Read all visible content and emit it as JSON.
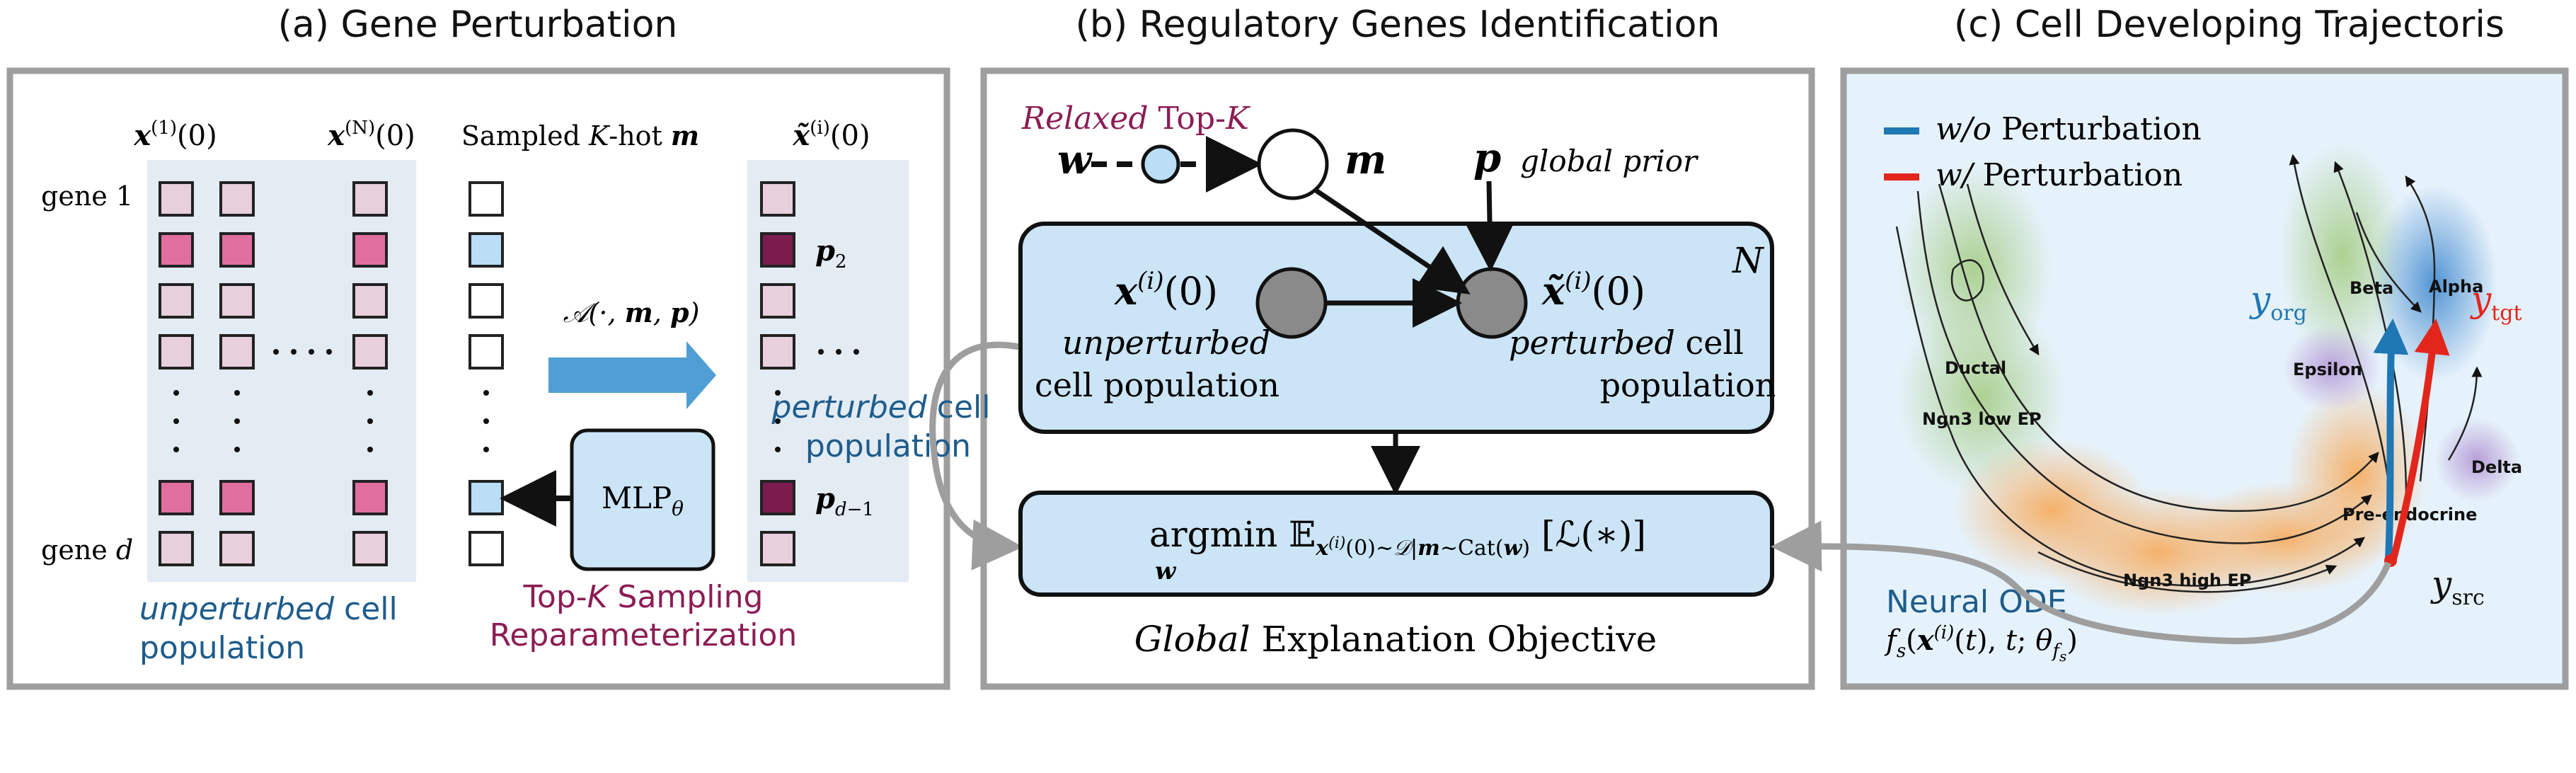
{
  "panel_a": {
    "title": "(a) Gene Perturbation",
    "col1_label": "x(1)(0)",
    "colN_label": "x(N)(0)",
    "mask_label": "Sampled K-hot m",
    "out_label": "x̃(i)(0)",
    "gene1": "gene 1",
    "gened": "gene d",
    "p2": "p2",
    "pd1": "pd−1",
    "op_label": "𝒜(·, m, p)",
    "mlp": "MLPθ",
    "perturbed_line1": "perturbed cell",
    "perturbed_line2": "population",
    "unperturbed_line1_it": "unperturbed",
    "unperturbed_line1_rest": " cell",
    "unperturbed_line2": "population",
    "topk_line1": "Top-K Sampling",
    "topk_line2": "Reparameterization"
  },
  "panel_b": {
    "title": "(b) Regulatory Genes Identification",
    "relaxed_it": "Relaxed",
    "relaxed_rest": " Top-K",
    "w": "w",
    "m": "m",
    "p": "p",
    "global_prior": "global prior",
    "N": "N",
    "x_label": "x(i)(0)",
    "xt_label": "x̃(i)(0)",
    "unpert_it": "unperturbed",
    "unpert_2": "cell population",
    "pert_it": "perturbed",
    "pert_rest": " cell",
    "pert_2": "population",
    "objective": "argmin 𝔼x(i)(0)∼𝒟|m∼Cat(w) [ℒ(∗)]",
    "objective_sub": "w",
    "caption_it": "Global",
    "caption_rest": " Explanation Objective"
  },
  "panel_c": {
    "title": "(c) Cell Developing Trajectoris",
    "legend1_it": "w/o",
    "legend1_rest": " Perturbation",
    "legend2_it": "w/",
    "legend2_rest": " Perturbation",
    "y_org": "yorg",
    "y_tgt": "ytgt",
    "y_src": "ysrc",
    "neural_ode": "Neural ODE",
    "ode_formula": "fs(x(i)(t), t; θfs)",
    "clusters": [
      "Ductal",
      "Ngn3 low EP",
      "Epsilon",
      "Beta",
      "Alpha",
      "Delta",
      "Pre-endocrine",
      "Ngn3 high EP"
    ]
  },
  "colors": {
    "frame": "#9e9e9e",
    "box_fill": "#cbe5f7",
    "light_pink": "#e8cfdc",
    "pink": "#e06fa0",
    "dark": "#7a1c4e",
    "mask_blue": "#b9def5",
    "arrow_blue": "#4f9fd4",
    "teal_text": "#1e5c8c",
    "maroon_text": "#8c1d54",
    "legend_blue": "#1f77b4",
    "legend_red": "#e3261c",
    "panel_c_bg": "#e6f2fb"
  }
}
